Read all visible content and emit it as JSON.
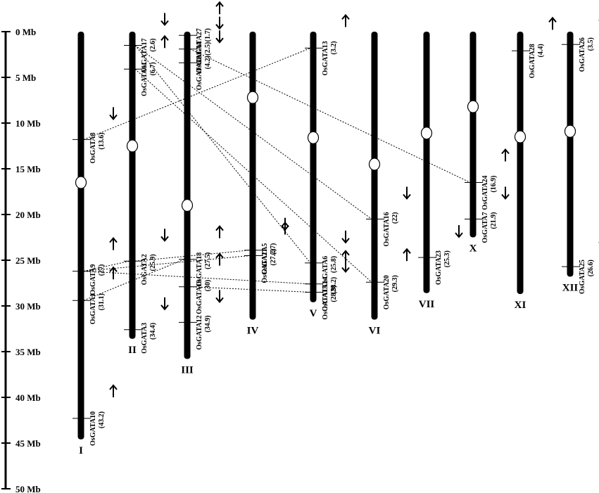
{
  "axis": {
    "ticks": [
      "0 Mb",
      "5 Mb",
      "10 Mb",
      "15 Mb",
      "20 Mb",
      "25 Mb",
      "30 Mb",
      "35 Mb",
      "40 Mb",
      "45 Mb",
      "50 Mb"
    ]
  },
  "chromosomes": [
    {
      "label": "I",
      "length": 44.6,
      "centromere": 16.5
    },
    {
      "label": "II",
      "length": 33.6,
      "centromere": 12.5
    },
    {
      "label": "III",
      "length": 35.8,
      "centromere": 19.0
    },
    {
      "label": "IV",
      "length": 31.5,
      "centromere": 7.2
    },
    {
      "label": "V",
      "length": 29.6,
      "centromere": 11.6
    },
    {
      "label": "VI",
      "length": 31.5,
      "centromere": 14.5
    },
    {
      "label": "VII",
      "length": 28.6,
      "centromere": 11.1
    },
    {
      "label": "X",
      "length": 22.5,
      "centromere": 8.2
    },
    {
      "label": "XI",
      "length": 28.7,
      "centromere": 11.5
    },
    {
      "label": "XII",
      "length": 26.8,
      "centromere": 10.9
    }
  ],
  "genes": [
    {
      "name": "OsGATA8",
      "pos_label": "(13.6)",
      "position": 11.8,
      "chrom": "I",
      "strand": "down"
    },
    {
      "name": "OsGATA9",
      "pos_label": "(27)",
      "position": 26.2,
      "chrom": "I",
      "strand": "up"
    },
    {
      "name": "OsGATA1",
      "pos_label": "(31.1)",
      "position": 29.4,
      "chrom": "I",
      "strand": "up"
    },
    {
      "name": "OsGATA10",
      "pos_label": "(43.2)",
      "position": 42.3,
      "chrom": "I",
      "strand": "up"
    },
    {
      "name": "OsGATA17",
      "pos_label": "(2.6)",
      "position": 1.5,
      "chrom": "II",
      "strand": "down"
    },
    {
      "name": "OsGATA11",
      "pos_label": "(6.7)",
      "position": 4.1,
      "chrom": "II",
      "strand": "up"
    },
    {
      "name": "OsGATA2",
      "pos_label": "(25.9)",
      "position": 25.1,
      "chrom": "II",
      "strand": "down"
    },
    {
      "name": "OsGATA3",
      "pos_label": "(34.4)",
      "position": 32.6,
      "chrom": "II",
      "strand": "down"
    },
    {
      "name": "OsGATA27",
      "pos_label": "(1.7)",
      "position": 0.4,
      "chrom": "III",
      "strand": "up"
    },
    {
      "name": "OsGATA4",
      "pos_label": "(2.5)",
      "position": 1.9,
      "chrom": "III",
      "strand": "down"
    },
    {
      "name": "OsGATA22",
      "pos_label": "(4.2)",
      "position": 3.4,
      "chrom": "III",
      "strand": "down"
    },
    {
      "name": "OsGATA18",
      "pos_label": "(27.5)",
      "position": 24.9,
      "chrom": "III",
      "strand": "up"
    },
    {
      "name": "OsGATA19",
      "pos_label": "(30)",
      "position": 27.9,
      "chrom": "III",
      "strand": "up"
    },
    {
      "name": "OsGATA12",
      "pos_label": "(34.9)",
      "position": 31.8,
      "chrom": "III",
      "strand": "down"
    },
    {
      "name": "OsGATA5",
      "pos_label": "(27)",
      "position": 23.9,
      "chrom": "IV",
      "strand": "down"
    },
    {
      "name": "OsGATA21",
      "pos_label": "(27.2)",
      "position": 24.5,
      "chrom": "IV",
      "strand": "up"
    },
    {
      "name": "OsGATA13",
      "pos_label": "(3.2)",
      "position": 1.8,
      "chrom": "V",
      "strand": "up"
    },
    {
      "name": "OsGATA6",
      "pos_label": "(25.8)",
      "position": 25.3,
      "chrom": "V",
      "strand": "down"
    },
    {
      "name": "OsGATA14",
      "pos_label": "(28.2)",
      "position": 27.6,
      "chrom": "V",
      "strand": "up"
    },
    {
      "name": "OsGATA15",
      "pos_label": "(28.9)",
      "position": 28.5,
      "chrom": "V",
      "strand": "down"
    },
    {
      "name": "OsGATA16",
      "pos_label": "(22)",
      "position": 20.5,
      "chrom": "VI",
      "strand": "down"
    },
    {
      "name": "OsGATA20",
      "pos_label": "(29.3)",
      "position": 27.4,
      "chrom": "VI",
      "strand": "up"
    },
    {
      "name": "OsGATA23",
      "pos_label": "(25.3)",
      "position": 24.7,
      "chrom": "VII",
      "strand": "down"
    },
    {
      "name": "OsGATA24",
      "pos_label": "(16.9)",
      "position": 16.5,
      "chrom": "X",
      "strand": "up"
    },
    {
      "name": "OsGATA7",
      "pos_label": "(21.9)",
      "position": 20.5,
      "chrom": "X",
      "strand": "down"
    },
    {
      "name": "OsGATA28",
      "pos_label": "(4.4)",
      "position": 2.1,
      "chrom": "XI",
      "strand": "up"
    },
    {
      "name": "OsGATA26",
      "pos_label": "(3.5)",
      "position": 1.4,
      "chrom": "XII",
      "strand": "down"
    },
    {
      "name": "OsGATA25",
      "pos_label": "(26.6)",
      "position": 25.7,
      "chrom": "XII",
      "strand": "down"
    }
  ],
  "links": [
    [
      "OsGATA8",
      "OsGATA13"
    ],
    [
      "OsGATA1",
      "OsGATA18"
    ],
    [
      "OsGATA9",
      "OsGATA2"
    ],
    [
      "OsGATA9",
      "OsGATA21"
    ],
    [
      "OsGATA9",
      "OsGATA14"
    ],
    [
      "OsGATA2",
      "OsGATA5"
    ],
    [
      "OsGATA17",
      "OsGATA16"
    ],
    [
      "OsGATA17",
      "OsGATA6"
    ],
    [
      "OsGATA11",
      "OsGATA20"
    ],
    [
      "OsGATA4",
      "OsGATA24"
    ],
    [
      "OsGATA19",
      "OsGATA15"
    ]
  ]
}
